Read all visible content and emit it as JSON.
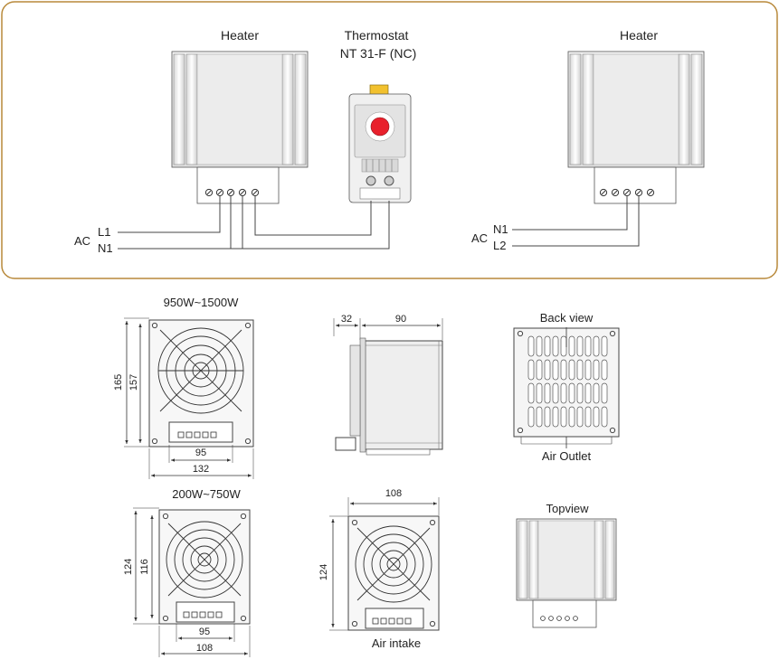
{
  "wiring": {
    "heater_left_label": "Heater",
    "thermostat_label_line1": "Thermostat",
    "thermostat_label_line2": "NT 31-F (NC)",
    "heater_right_label": "Heater",
    "left_ac": "AC",
    "left_l1": "L1",
    "left_n1": "N1",
    "right_ac": "AC",
    "right_n1": "N1",
    "right_l2": "L2",
    "border_color": "#b8893a"
  },
  "dimensions": {
    "row1": {
      "front_title": "950W~1500W",
      "height_outer": "165",
      "height_inner": "157",
      "width_inner": "95",
      "width_outer": "132",
      "side_depth_a": "32",
      "side_depth_b": "90",
      "back_title": "Back view",
      "back_caption": "Air Outlet"
    },
    "row2": {
      "front_title": "200W~750W",
      "height_outer": "124",
      "height_inner": "116",
      "width_inner": "95",
      "width_outer": "108",
      "fan_width": "108",
      "fan_height": "124",
      "fan_caption": "Air intake",
      "top_title": "Topview"
    }
  }
}
